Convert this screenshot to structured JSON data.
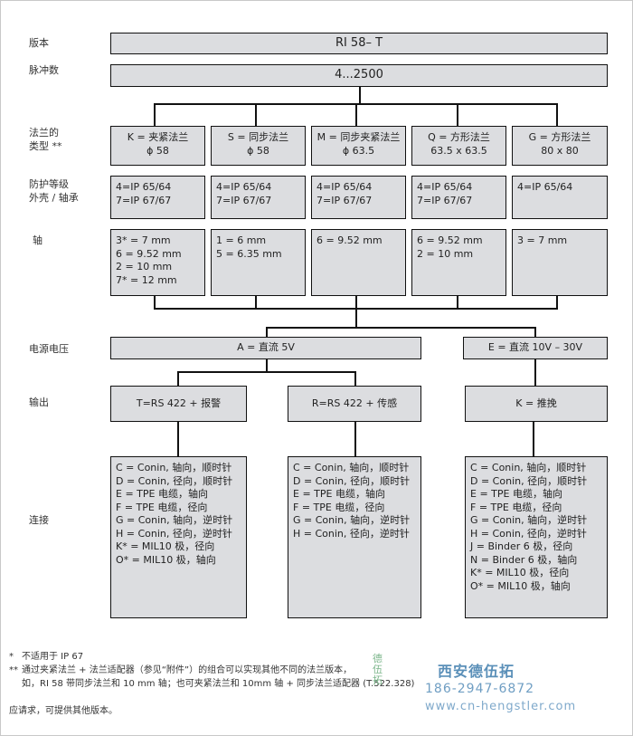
{
  "labels": {
    "version": "版本",
    "pulses": "脉冲数",
    "flange_type": [
      "法兰的",
      "类型 **"
    ],
    "protection": [
      "防护等级",
      "外壳 / 轴承"
    ],
    "shaft": "轴",
    "voltage": "电源电压",
    "output": "输出",
    "connection": "连接"
  },
  "version_value": "RI 58–  T",
  "pulses_value": "4...2500",
  "flanges": [
    {
      "lines": [
        "K = 夹紧法兰",
        "ϕ 58"
      ]
    },
    {
      "lines": [
        "S = 同步法兰",
        "ϕ 58"
      ]
    },
    {
      "lines": [
        "M = 同步夹紧法兰",
        "ϕ 63.5"
      ]
    },
    {
      "lines": [
        "Q = 方形法兰",
        "63.5 x 63.5"
      ]
    },
    {
      "lines": [
        "G = 方形法兰",
        "80 x 80"
      ]
    }
  ],
  "protections": [
    {
      "lines": [
        "4=IP 65/64",
        "7=IP 67/67"
      ]
    },
    {
      "lines": [
        "4=IP 65/64",
        "7=IP 67/67"
      ]
    },
    {
      "lines": [
        "4=IP 65/64",
        "7=IP 67/67"
      ]
    },
    {
      "lines": [
        "4=IP 65/64",
        "7=IP 67/67"
      ]
    },
    {
      "lines": [
        "4=IP 65/64",
        ""
      ]
    }
  ],
  "shafts": [
    {
      "lines": [
        "3* = 7 mm",
        "6 = 9.52 mm",
        "2 = 10 mm",
        "7* = 12 mm"
      ]
    },
    {
      "lines": [
        "1 = 6 mm",
        "5 = 6.35 mm",
        "",
        ""
      ]
    },
    {
      "lines": [
        "6 = 9.52 mm",
        "",
        "",
        ""
      ]
    },
    {
      "lines": [
        "6 = 9.52 mm",
        "2 = 10 mm",
        "",
        ""
      ]
    },
    {
      "lines": [
        "3 = 7 mm",
        "",
        "",
        ""
      ]
    }
  ],
  "voltages": [
    "A = 直流 5V",
    "E = 直流 10V – 30V"
  ],
  "outputs": [
    "T=RS 422 + 报警",
    "R=RS 422 + 传感",
    "K = 推挽"
  ],
  "connections": [
    {
      "lines": [
        "C = Conin, 轴向，顺时针",
        "D = Conin, 径向，顺时针",
        "E = TPE 电缆，轴向",
        "F = TPE 电缆，径向",
        "G = Conin, 轴向，逆时针",
        "H = Conin, 径向，逆时针",
        "K* = MIL10 极，径向",
        "O* = MIL10 极，轴向",
        ""
      ]
    },
    {
      "lines": [
        "C = Conin, 轴向，顺时针",
        "D = Conin, 径向，顺时针",
        "E = TPE 电缆，轴向",
        "F = TPE 电缆，径向",
        "G = Conin, 轴向，逆时针",
        "H = Conin, 径向，逆时针",
        "",
        "",
        ""
      ]
    },
    {
      "lines": [
        "C = Conin, 轴向，顺时针",
        "D = Conin, 径向，顺时针",
        "E = TPE 电缆，轴向",
        "F = TPE 电缆，径向",
        "G = Conin, 轴向，逆时针",
        "H = Conin, 径向，逆时针",
        "J = Binder 6 极，径向",
        "N = Binder 6 极，轴向",
        "K* = MIL10 极，径向",
        "O* = MIL10 极，轴向"
      ]
    }
  ],
  "footnotes": {
    "n1_mark": "*",
    "n1": "不适用于 IP 67",
    "n2_mark": "**",
    "n2a": "通过夹紧法兰 + 法兰适配器（参见“附件”）的组合可以实现其他不同的法兰版本，",
    "n2b": "如，RI 58 带同步法兰和 10 mm 轴；也可夹紧法兰和 10mm 轴 + 同步法兰适配器 (T.522.328)",
    "other": "应请求，可提供其他版本。"
  },
  "watermark": {
    "company": "西安德伍拓",
    "phone": "186-2947-6872",
    "url": "www.cn-hengstler.com",
    "logo_text": "德伍拓"
  }
}
